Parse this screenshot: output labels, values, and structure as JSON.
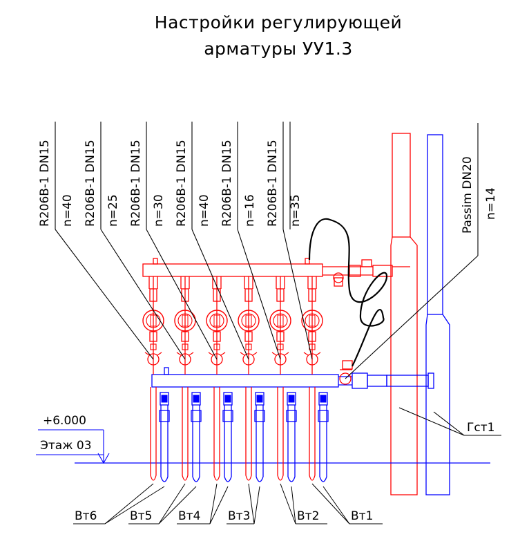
{
  "title": {
    "line1": "Настройки регулирующей",
    "line2": "арматуры УУ1.3"
  },
  "valves": [
    {
      "model": "R206B-1 DN15",
      "setting": "n=40"
    },
    {
      "model": "R206B-1 DN15",
      "setting": "n=25"
    },
    {
      "model": "R206B-1 DN15",
      "setting": "n=30"
    },
    {
      "model": "R206B-1 DN15",
      "setting": "n=40"
    },
    {
      "model": "R206B-1 DN15",
      "setting": "n=16"
    },
    {
      "model": "R206B-1 DN15",
      "setting": "n=35"
    }
  ],
  "balancing_valve": {
    "model": "Passim DN20",
    "setting": "n=14"
  },
  "level": {
    "elevation": "+6.000",
    "floor": "Этаж 03"
  },
  "riser_label": "Гст1",
  "outlets": [
    "Вт6",
    "Вт5",
    "Вт4",
    "Вт3",
    "Вт2",
    "Вт1"
  ],
  "colors": {
    "supply": "#ff0000",
    "return": "#0000ff",
    "annotation": "#000000"
  }
}
